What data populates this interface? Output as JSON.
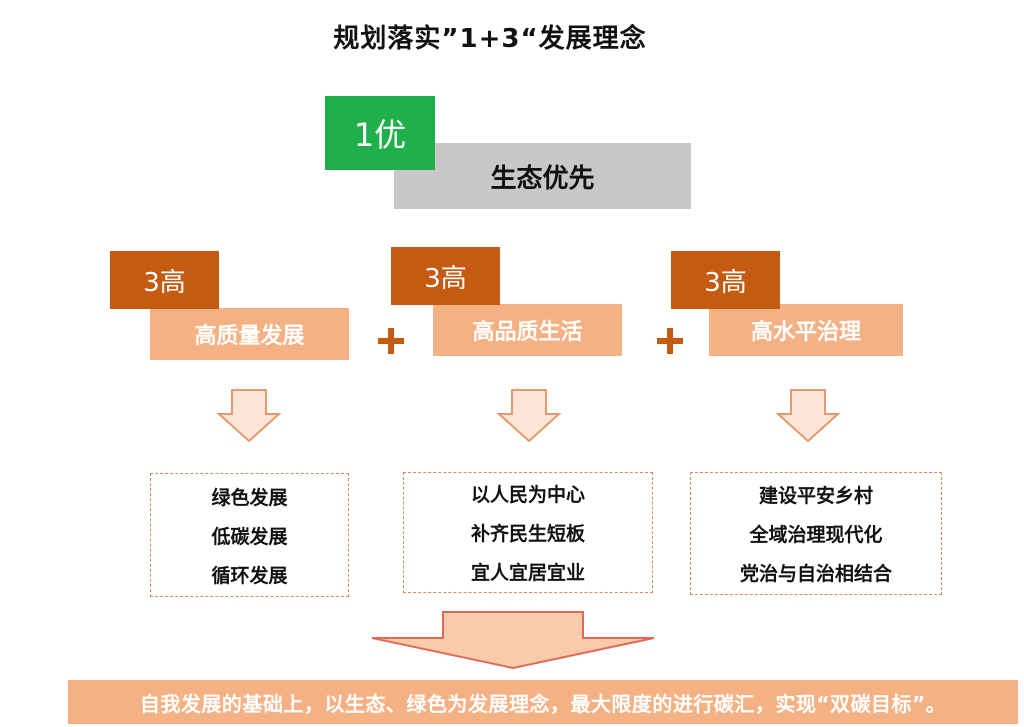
{
  "title": "规划落实”1+3“发展理念",
  "top": {
    "badge": "1优",
    "label": "生态优先"
  },
  "columns": [
    {
      "badge": "3高",
      "label": "高质量发展",
      "items": [
        "绿色发展",
        "低碳发展",
        "循环发展"
      ]
    },
    {
      "badge": "3高",
      "label": "高品质生活",
      "items": [
        "以人民为中心",
        "补齐民生短板",
        "宜人宜居宜业"
      ]
    },
    {
      "badge": "3高",
      "label": "高水平治理",
      "items": [
        "建设平安乡村",
        "全域治理现代化",
        "党治与自治相结合"
      ]
    }
  ],
  "banner": "自我发展的基础上，以生态、绿色为发展理念，最大限度的进行碳汇，实现“双碳目标”。",
  "colors": {
    "green": "#1fb04c",
    "gray": "#c8c8c8",
    "dark_orange": "#c55a11",
    "light_orange": "#f4b183",
    "arrow_fill": "#fbe5d6",
    "arrow_stroke": "#e39a72"
  }
}
